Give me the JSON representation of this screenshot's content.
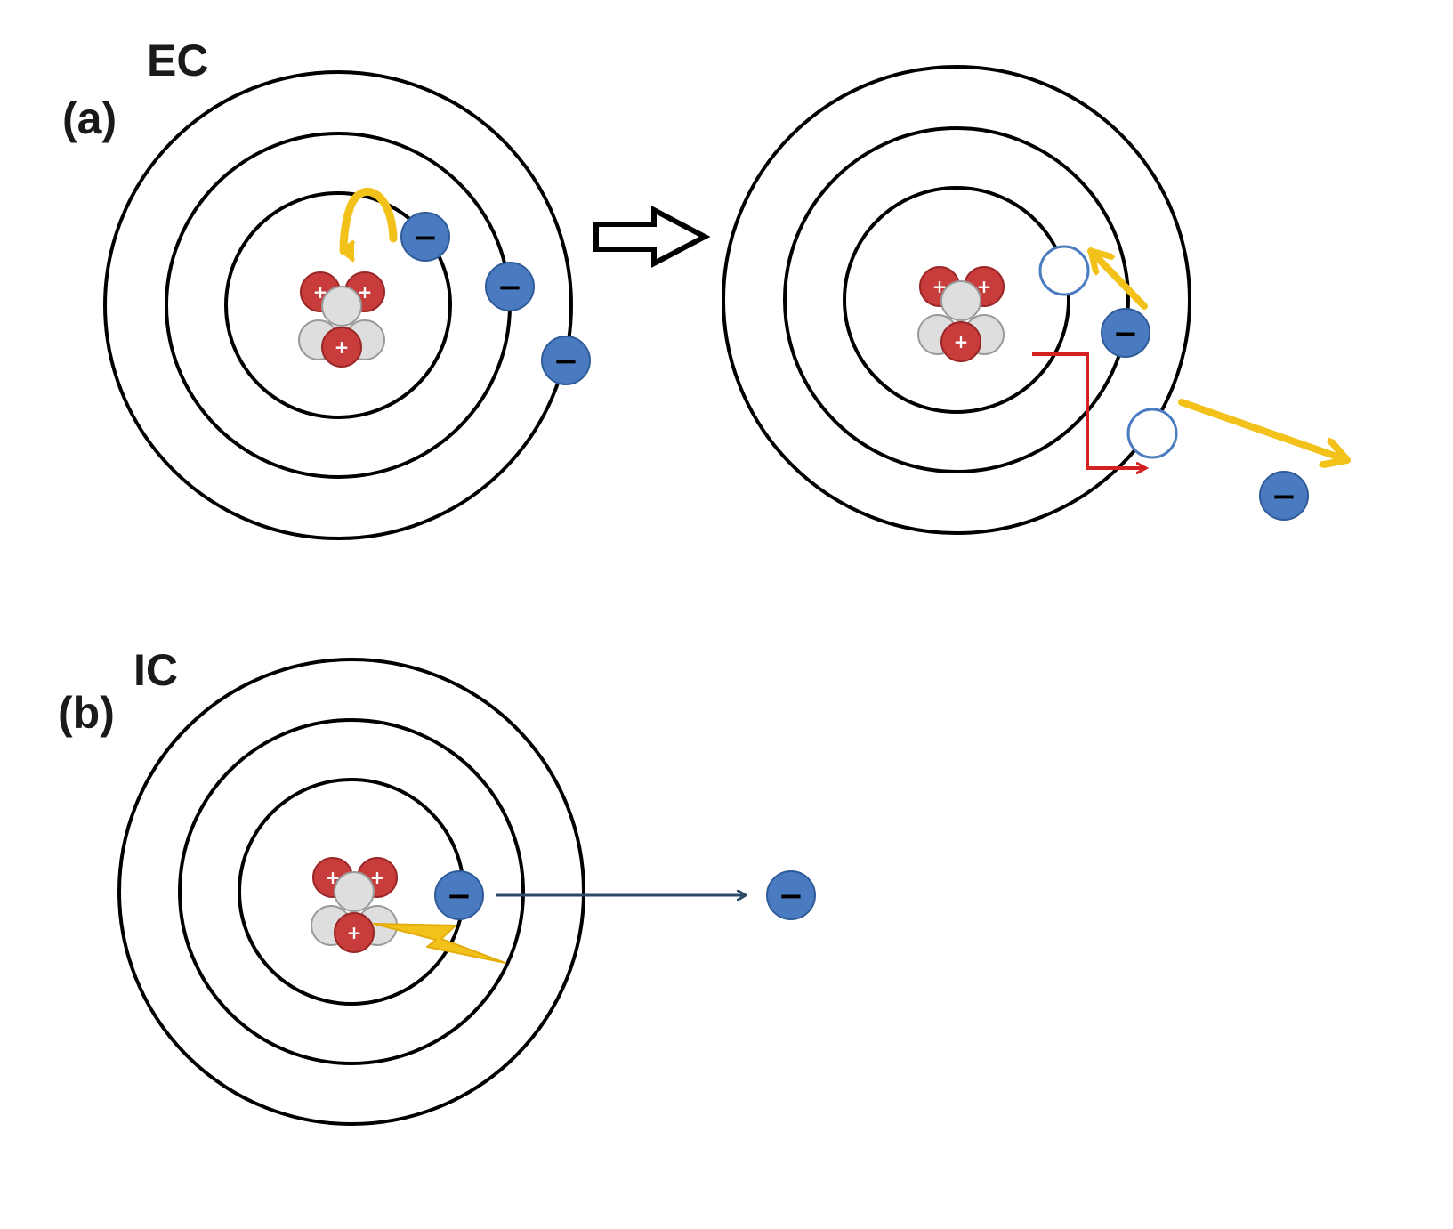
{
  "panel_a": {
    "letter": "(a)",
    "process": "EC"
  },
  "panel_b": {
    "letter": "(b)",
    "process": "IC"
  },
  "symbols": {
    "electron": "−",
    "proton": "+"
  },
  "colors": {
    "electron": "#4a7abf",
    "proton": "#c93c3c",
    "neutron": "#dedede",
    "yellow_arrow": "#f2c21b",
    "red_arrow": "#d42020",
    "navy_arrow": "#2c4a6a",
    "shell": "#000000"
  },
  "icons": {
    "process_arrow": "hollow-right-arrow-icon",
    "energy": "lightning-bolt-icon"
  }
}
